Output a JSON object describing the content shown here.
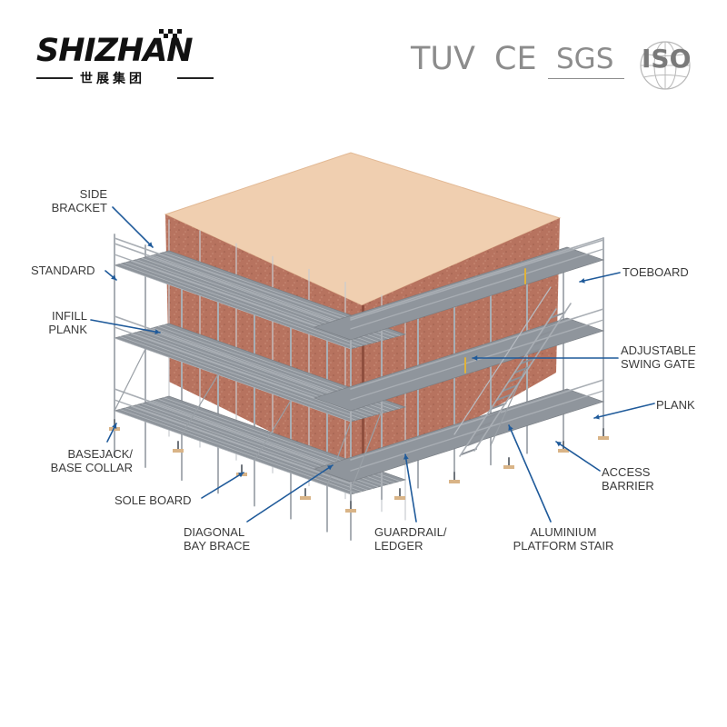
{
  "brand": {
    "name": "SHIZHAN",
    "subtitle": "世展集团"
  },
  "certifications": [
    "TUV",
    "CE",
    "SGS",
    "ISO"
  ],
  "diagram": {
    "labels": [
      {
        "id": "side-bracket",
        "lines": [
          "SIDE",
          "BRACKET"
        ]
      },
      {
        "id": "standard",
        "lines": [
          "STANDARD"
        ]
      },
      {
        "id": "infill-plank",
        "lines": [
          "INFILL",
          "PLANK"
        ]
      },
      {
        "id": "basejack",
        "lines": [
          "BASEJACK/",
          "BASE COLLAR"
        ]
      },
      {
        "id": "sole-board",
        "lines": [
          "SOLE BOARD"
        ]
      },
      {
        "id": "diagonal-bay-brace",
        "lines": [
          "DIAGONAL",
          "BAY BRACE"
        ]
      },
      {
        "id": "guardrail-ledger",
        "lines": [
          "GUARDRAIL/",
          "LEDGER"
        ]
      },
      {
        "id": "aluminium-platform-stair",
        "lines": [
          "ALUMINIUM",
          "PLATFORM STAIR"
        ]
      },
      {
        "id": "access-barrier",
        "lines": [
          "ACCESS",
          "BARRIER"
        ]
      },
      {
        "id": "plank",
        "lines": [
          "PLANK"
        ]
      },
      {
        "id": "adjustable-swing-gate",
        "lines": [
          "ADJUSTABLE",
          "SWING GATE"
        ]
      },
      {
        "id": "toeboard",
        "lines": [
          "TOEBOARD"
        ]
      }
    ]
  },
  "colors": {
    "accent": "#1f5a9a",
    "label_text": "#3a3a3a",
    "brick": "#b7735f",
    "roof": "#f0cfb0",
    "steel": "#a9aeb4",
    "plank": "#8f959c",
    "sole_board": "#d9b487",
    "logo": "#111111",
    "cert_gray": "#8c8c8c"
  },
  "icons": {
    "brand_mark": "checkered-flag-icon",
    "iso": "globe-icon"
  }
}
